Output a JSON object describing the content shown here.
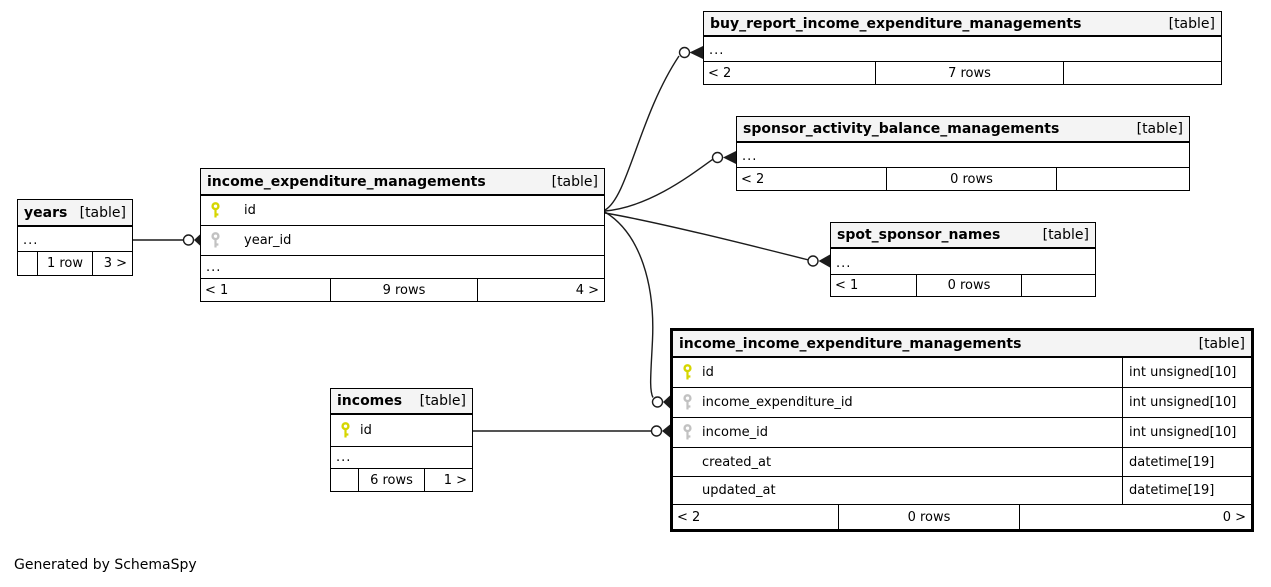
{
  "page": {
    "generated_note": "Generated by SchemaSpy"
  },
  "colors": {
    "primary_key": "#d6d600",
    "foreign_key": "#c2c2c2",
    "header_bg": "#f4f4f4",
    "line": "#1c1c1c"
  },
  "tables": {
    "years": {
      "name": "years",
      "badge": "[table]",
      "ellipsis": "...",
      "footer": {
        "parents": "",
        "rows": "1 row",
        "children": "3 >"
      }
    },
    "income_expenditure_managements": {
      "name": "income_expenditure_managements",
      "badge": "[table]",
      "ellipsis": "...",
      "columns": [
        {
          "name": "id",
          "key": "primary"
        },
        {
          "name": "year_id",
          "key": "foreign"
        }
      ],
      "footer": {
        "parents": "< 1",
        "rows": "9 rows",
        "children": "4 >"
      }
    },
    "buy_report_income_expenditure_managements": {
      "name": "buy_report_income_expenditure_managements",
      "badge": "[table]",
      "ellipsis": "...",
      "footer": {
        "parents": "< 2",
        "rows": "7 rows",
        "children": ""
      }
    },
    "sponsor_activity_balance_managements": {
      "name": "sponsor_activity_balance_managements",
      "badge": "[table]",
      "ellipsis": "...",
      "footer": {
        "parents": "< 2",
        "rows": "0 rows",
        "children": ""
      }
    },
    "spot_sponsor_names": {
      "name": "spot_sponsor_names",
      "badge": "[table]",
      "ellipsis": "...",
      "footer": {
        "parents": "< 1",
        "rows": "0 rows",
        "children": ""
      }
    },
    "incomes": {
      "name": "incomes",
      "badge": "[table]",
      "ellipsis": "...",
      "columns": [
        {
          "name": "id",
          "key": "primary"
        }
      ],
      "footer": {
        "parents": "",
        "rows": "6 rows",
        "children": "1 >"
      }
    },
    "income_income_expenditure_managements": {
      "name": "income_income_expenditure_managements",
      "badge": "[table]",
      "columns": [
        {
          "name": "id",
          "key": "primary",
          "type": "int unsigned[10]"
        },
        {
          "name": "income_expenditure_id",
          "key": "foreign",
          "type": "int unsigned[10]"
        },
        {
          "name": "income_id",
          "key": "foreign",
          "type": "int unsigned[10]"
        },
        {
          "name": "created_at",
          "key": "none",
          "type": "datetime[19]"
        },
        {
          "name": "updated_at",
          "key": "none",
          "type": "datetime[19]"
        }
      ],
      "footer": {
        "parents": "< 2",
        "rows": "0 rows",
        "children": "0 >"
      }
    }
  }
}
